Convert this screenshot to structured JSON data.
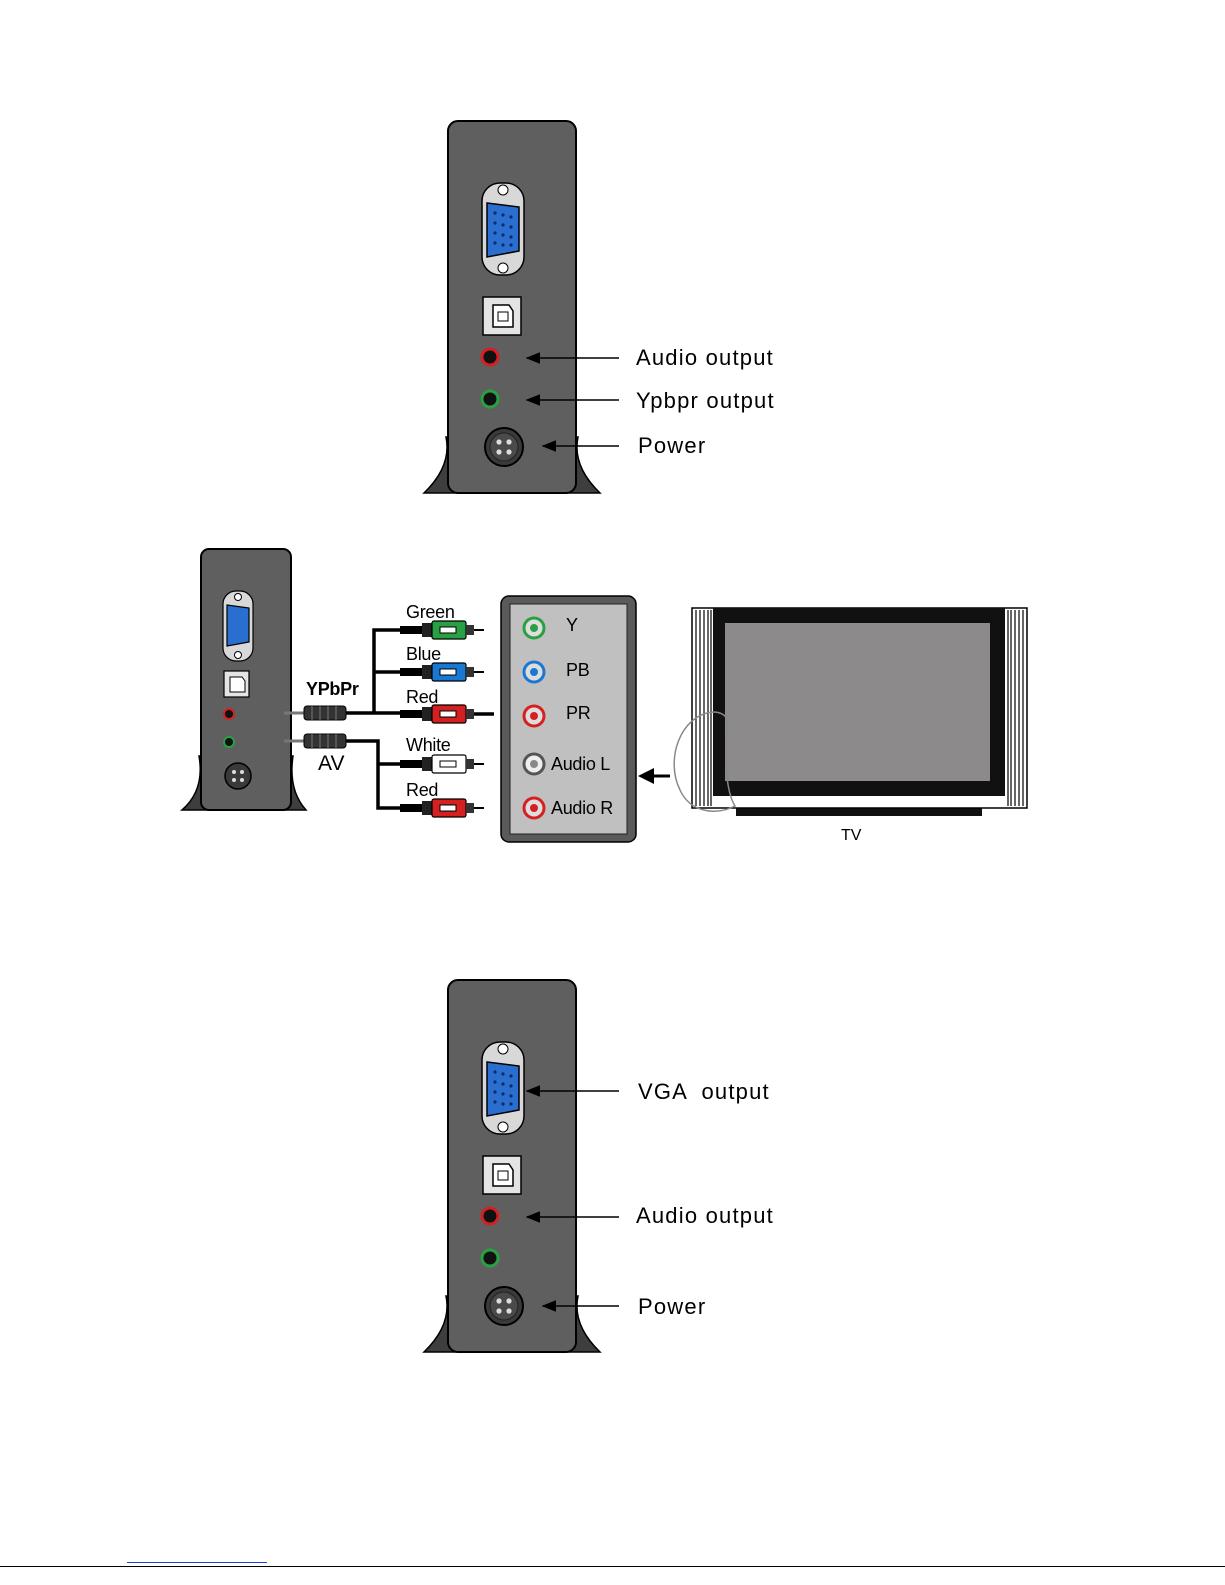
{
  "top_panel": {
    "callouts": {
      "audio": "Audio output",
      "ypbpr": "Ypbpr output",
      "power": "Power"
    }
  },
  "middle_panel": {
    "cable_labels": {
      "ypbpr": "YPbPr",
      "av": "AV"
    },
    "plug_labels": [
      "Green",
      "Blue",
      "Red",
      "White",
      "Red"
    ],
    "jack_labels": [
      "Y",
      "PB",
      "PR",
      "Audio L",
      "Audio R"
    ],
    "tv_label": "TV"
  },
  "bottom_panel": {
    "callouts": {
      "vga": "VGA  output",
      "audio": "Audio output",
      "power": "Power"
    }
  },
  "colors": {
    "device_body": "#5f5f5f",
    "vga_blue": "#2a6fcf",
    "green": "#2aa044",
    "blue": "#1a78d0",
    "red": "#d42020",
    "tv_screen": "#8c8a8a",
    "jack_panel": "#c0c0c0"
  }
}
